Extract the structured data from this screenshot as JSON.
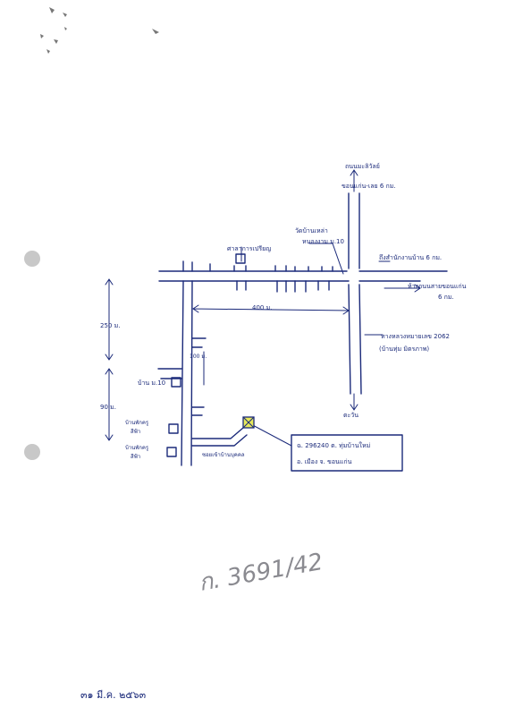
{
  "page": {
    "background": "#ffffff",
    "ink_color": "#1b2a7a",
    "pencil_color": "#8a8a90"
  },
  "labels": {
    "north_road_name": "ถนนมะลิวัลย์",
    "north_road_dir": "ขอนแก่น-เลย 6 กม.",
    "village_temple": "วัดบ้านเหล่า",
    "village_moo": "หนองงาม ม.10",
    "school": "ศาลาการเปรียญ",
    "right_top": "ถึงสำนักงานบ้าน 6 กม.",
    "right_mid": "ห้างถนนสายขอนแก่น",
    "right_mid2": "6 กม.",
    "highway": "ทางหลวงหมายเลข 2062",
    "highway2": "(บ้านทุ่ม มิตรภาพ)",
    "south": "ตะวัน",
    "dist_400": "400 ม.",
    "dist_250": "250 ม.",
    "dist_100": "100 ม.",
    "dist_90": "90 ม.",
    "house_moo10": "บ้าน ม.10",
    "house_a": "บ้านพักครู",
    "house_a2": "สีฟ้า",
    "house_b": "บ้านพักครู",
    "house_b2": "สีฟ้า",
    "lane": "ซอยเข้าบ้านบุคคล",
    "deed_line1": "ฉ. 296240 ต. ทุ่มบ้านใหม่",
    "deed_line2": "อ. เมือง จ. ขอนแก่น",
    "pencil_note": "ก. 3691/42",
    "date_stamp": "๓๑ มี.ค. ๒๕๖๓"
  },
  "icons": {
    "site_marker": "crossed-box-icon",
    "punch_hole": "punch-hole-icon"
  }
}
